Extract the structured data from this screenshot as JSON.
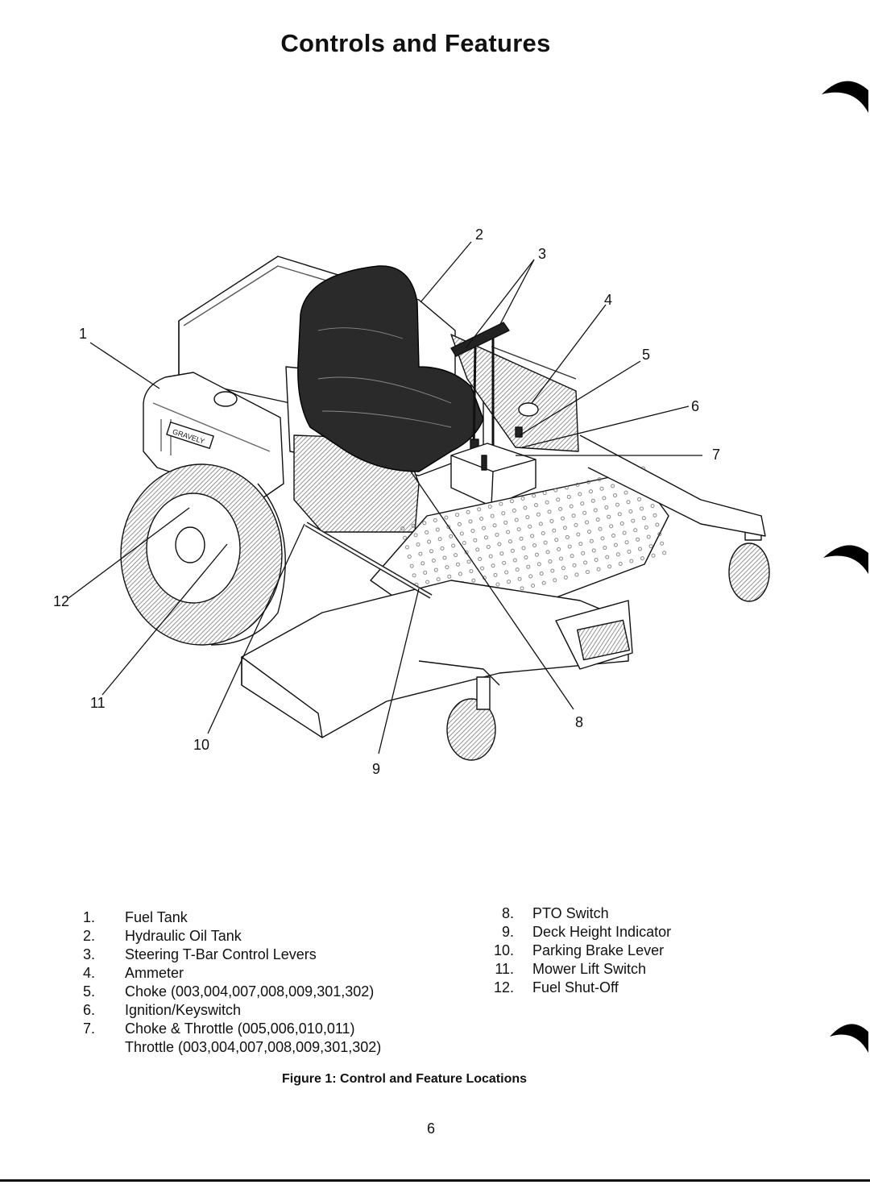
{
  "page": {
    "title": "Controls and Features",
    "caption": "Figure 1: Control and Feature Locations",
    "page_number": "6"
  },
  "illustration": {
    "logo_text": "GRAVELY",
    "callouts": [
      "1",
      "2",
      "3",
      "4",
      "5",
      "6",
      "7",
      "8",
      "9",
      "10",
      "11",
      "12"
    ]
  },
  "legend": {
    "left": [
      {
        "num": "1.",
        "text": "Fuel Tank"
      },
      {
        "num": "2.",
        "text": "Hydraulic Oil Tank"
      },
      {
        "num": "3.",
        "text": "Steering T-Bar Control Levers"
      },
      {
        "num": "4.",
        "text": "Ammeter"
      },
      {
        "num": "5.",
        "text": "Choke (003,004,007,008,009,301,302)"
      },
      {
        "num": "6.",
        "text": "Ignition/Keyswitch"
      },
      {
        "num": "7.",
        "text": "Choke & Throttle (005,006,010,011)"
      }
    ],
    "left_continuation": "Throttle (003,004,007,008,009,301,302)",
    "right": [
      {
        "num": "8.",
        "text": "PTO Switch"
      },
      {
        "num": "9.",
        "text": "Deck Height Indicator"
      },
      {
        "num": "10.",
        "text": "Parking Brake Lever"
      },
      {
        "num": "11.",
        "text": "Mower Lift Switch"
      },
      {
        "num": "12.",
        "text": "Fuel Shut-Off"
      }
    ]
  }
}
